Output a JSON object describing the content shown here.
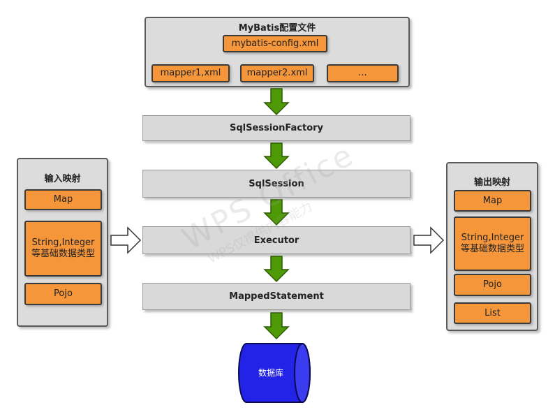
{
  "config_group": {
    "title": "MyBatis配置文件",
    "config_file": "mybatis-config.xml",
    "mappers": [
      "mapper1,xml",
      "mapper2.xml",
      "..."
    ]
  },
  "pipeline": {
    "factory": "SqlSessionFactory",
    "session": "SqlSession",
    "executor": "Executor",
    "statement": "MappedStatement"
  },
  "input_group": {
    "title": "输入映射",
    "items": [
      "Map",
      "String,Integer\n等基础数据类型",
      "Pojo"
    ]
  },
  "output_group": {
    "title": "输出映射",
    "items": [
      "Map",
      "String,Integer\n等基础数据类型",
      "Pojo",
      "List"
    ]
  },
  "database": {
    "label": "数据库"
  },
  "watermark": {
    "line1": "WPS Office",
    "line2": "WPS仅提供内容能力"
  },
  "colors": {
    "arrow_green": "#4e9a06",
    "box_orange": "#f5963b",
    "database_blue": "#2323e8",
    "group_gray": "#dcdcdc"
  }
}
